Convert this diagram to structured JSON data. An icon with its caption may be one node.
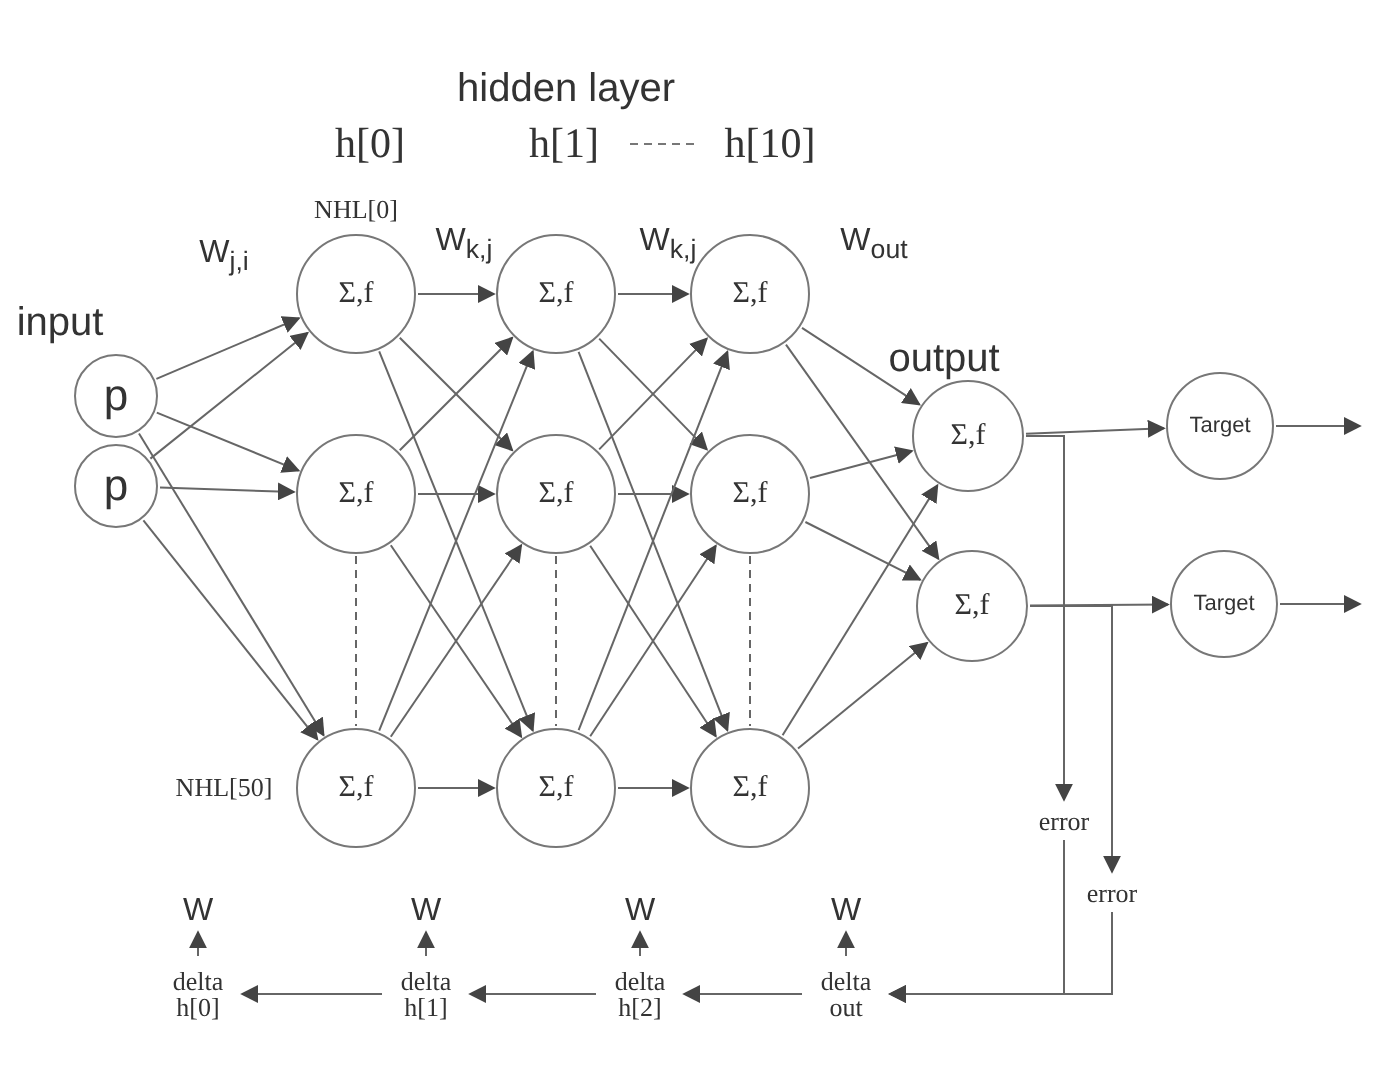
{
  "diagram": {
    "nodes": [
      {
        "text": [
          "p"
        ]
      },
      {
        "text": [
          "p"
        ]
      },
      {
        "text": [
          "Σ,f"
        ],
        "beside": [
          "NHL[0]"
        ]
      },
      {
        "text": [
          "Σ,f"
        ]
      },
      {
        "text": [
          "Σ,f"
        ],
        "beside": [
          "NHL[50]"
        ]
      },
      {
        "text": [
          "Σ,f"
        ]
      },
      {
        "text": [
          "Σ,f"
        ]
      },
      {
        "text": [
          "Σ,f"
        ]
      },
      {
        "text": [
          "Σ,f"
        ]
      },
      {
        "text": [
          "Σ,f"
        ]
      },
      {
        "text": [
          "Σ,f"
        ]
      },
      {
        "text": [
          "Σ,f"
        ]
      },
      {
        "text": [
          "Σ,f"
        ]
      },
      {
        "text": [
          "Target"
        ]
      },
      {
        "text": [
          "Target"
        ]
      },
      {
        "text": [
          "error"
        ]
      },
      {
        "text": [
          "error"
        ]
      },
      {
        "text": [
          "delta h[0]"
        ]
      },
      {
        "text": [
          "delta h[1]"
        ]
      },
      {
        "text": [
          "delta h[2]"
        ]
      },
      {
        "text": [
          "delta out"
        ]
      },
      {
        "text": [
          "W"
        ]
      },
      {
        "text": [
          "W"
        ]
      },
      {
        "text": [
          "W"
        ]
      },
      {
        "text": [
          "W"
        ]
      }
    ],
    "edges": [
      {
        "from": 0,
        "to": 2,
        "arrow": "to"
      },
      {
        "from": 0,
        "to": 3,
        "arrow": "to"
      },
      {
        "from": 0,
        "to": 4,
        "arrow": "to"
      },
      {
        "from": 1,
        "to": 2,
        "arrow": "to"
      },
      {
        "from": 1,
        "to": 3,
        "arrow": "to"
      },
      {
        "from": 1,
        "to": 4,
        "arrow": "to"
      },
      {
        "from": 2,
        "to": 5,
        "arrow": "to"
      },
      {
        "from": 2,
        "to": 6,
        "arrow": "to"
      },
      {
        "from": 2,
        "to": 7,
        "arrow": "to"
      },
      {
        "from": 3,
        "to": 5,
        "arrow": "to"
      },
      {
        "from": 3,
        "to": 6,
        "arrow": "to"
      },
      {
        "from": 3,
        "to": 7,
        "arrow": "to"
      },
      {
        "from": 4,
        "to": 5,
        "arrow": "to"
      },
      {
        "from": 4,
        "to": 6,
        "arrow": "to"
      },
      {
        "from": 4,
        "to": 7,
        "arrow": "to"
      },
      {
        "from": 5,
        "to": 8,
        "arrow": "to"
      },
      {
        "from": 5,
        "to": 9,
        "arrow": "to"
      },
      {
        "from": 5,
        "to": 10,
        "arrow": "to"
      },
      {
        "from": 6,
        "to": 8,
        "arrow": "to"
      },
      {
        "from": 6,
        "to": 9,
        "arrow": "to"
      },
      {
        "from": 6,
        "to": 10,
        "arrow": "to"
      },
      {
        "from": 7,
        "to": 8,
        "arrow": "to"
      },
      {
        "from": 7,
        "to": 9,
        "arrow": "to"
      },
      {
        "from": 7,
        "to": 10,
        "arrow": "to"
      },
      {
        "from": 8,
        "to": 11,
        "arrow": "to"
      },
      {
        "from": 8,
        "to": 12,
        "arrow": "to"
      },
      {
        "from": 9,
        "to": 11,
        "arrow": "to"
      },
      {
        "from": 9,
        "to": 12,
        "arrow": "to"
      },
      {
        "from": 10,
        "to": 11,
        "arrow": "to"
      },
      {
        "from": 10,
        "to": 12,
        "arrow": "to"
      },
      {
        "from": 11,
        "to": 13,
        "arrow": "to"
      },
      {
        "from": 12,
        "to": 14,
        "arrow": "to"
      },
      {
        "from": 13,
        "to": null,
        "arrow": "to"
      },
      {
        "from": 14,
        "to": null,
        "arrow": "to"
      },
      {
        "from": 11,
        "to": 15,
        "arrow": "to"
      },
      {
        "from": 12,
        "to": 16,
        "arrow": "to"
      },
      {
        "from": 15,
        "to": 20,
        "arrow": "to"
      },
      {
        "from": 16,
        "to": 20,
        "arrow": "to"
      },
      {
        "from": 20,
        "to": 19,
        "arrow": "to"
      },
      {
        "from": 19,
        "to": 18,
        "arrow": "to"
      },
      {
        "from": 18,
        "to": 17,
        "arrow": "to"
      },
      {
        "from": 17,
        "to": 21,
        "arrow": "to"
      },
      {
        "from": 18,
        "to": 22,
        "arrow": "to"
      },
      {
        "from": 19,
        "to": 23,
        "arrow": "to"
      },
      {
        "from": 20,
        "to": 24,
        "arrow": "to"
      },
      {
        "from": 3,
        "to": 4,
        "arrow": "none",
        "style": "dashed"
      },
      {
        "from": 6,
        "to": 7,
        "arrow": "none",
        "style": "dashed"
      },
      {
        "from": 9,
        "to": 10,
        "arrow": "none",
        "style": "dashed"
      }
    ],
    "labels": [
      "hidden layer",
      "h[0]",
      "h[1]",
      "h[10]",
      "W$_{j,i}$",
      "W$_{k,j}$",
      "W$_{k,j}$",
      "W$_{out}$",
      "input",
      "output"
    ]
  }
}
